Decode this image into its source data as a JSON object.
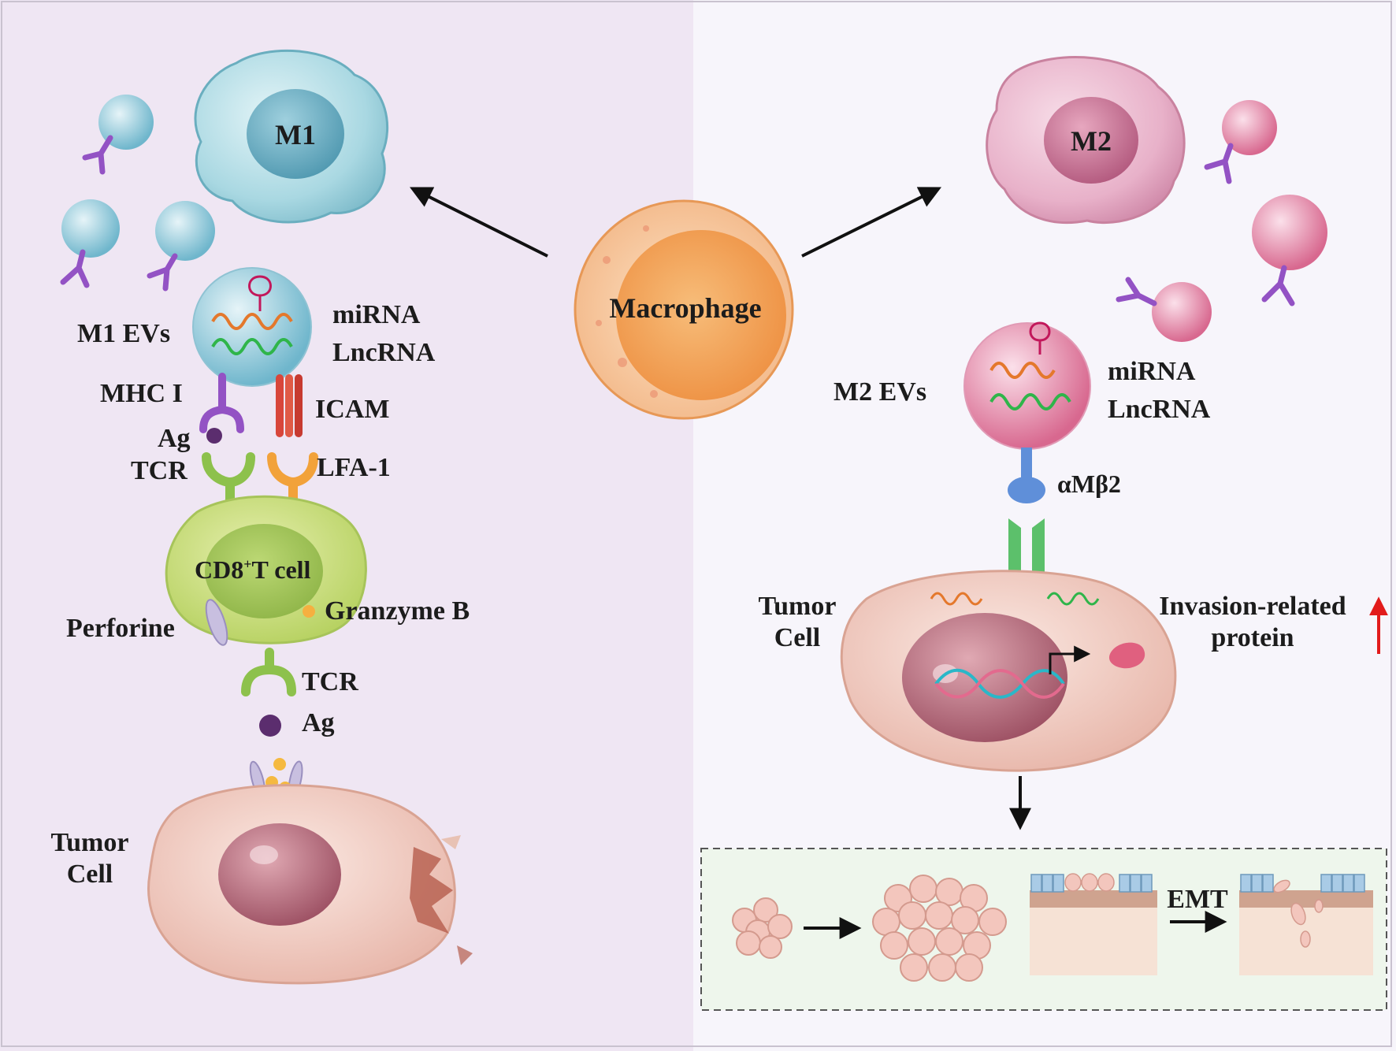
{
  "macrophage": {
    "label": "Macrophage"
  },
  "m1": {
    "cell_label": "M1",
    "evs_label": "M1 EVs",
    "cargo": [
      "miRNA",
      "LncRNA"
    ],
    "mhc_label": "MHC I",
    "icam_label": "ICAM",
    "ag_label": "Ag",
    "tcr_label": "TCR",
    "lfa_label": "LFA-1",
    "tcell_label": "CD8",
    "tcell_sup": "+",
    "tcell_suffix": "T cell",
    "perforine_label": "Perforine",
    "granzyme_label": "Granzyme B",
    "tcr2_label": "TCR",
    "ag2_label": "Ag",
    "tumor_label": [
      "Tumor",
      "Cell"
    ]
  },
  "m2": {
    "cell_label": "M2",
    "evs_label": "M2 EVs",
    "cargo": [
      "miRNA",
      "LncRNA"
    ],
    "receptor_label": "αMβ2",
    "tumor_label": [
      "Tumor",
      "Cell"
    ],
    "protein_label": [
      "Invasion-related",
      "protein"
    ],
    "emt_label": "EMT"
  },
  "colors": {
    "left_bg": "#efe6f3",
    "right_bg": "#f7f5fb",
    "m1_cell": "#a9d8e2",
    "m2_cell": "#e8b1c9",
    "macrophage": "#f2a25a",
    "tcell": "#c9df7c",
    "tumor": "#f3d2c9",
    "nucleus": "#b56e7e",
    "receptor_purple": "#9352c4",
    "tcr_green": "#8dc14c",
    "lfa_orange": "#f2a23a",
    "icam_red": "#d8463a",
    "receptor_blue": "#5f8fd9",
    "up_arrow": "#e21b1b"
  }
}
